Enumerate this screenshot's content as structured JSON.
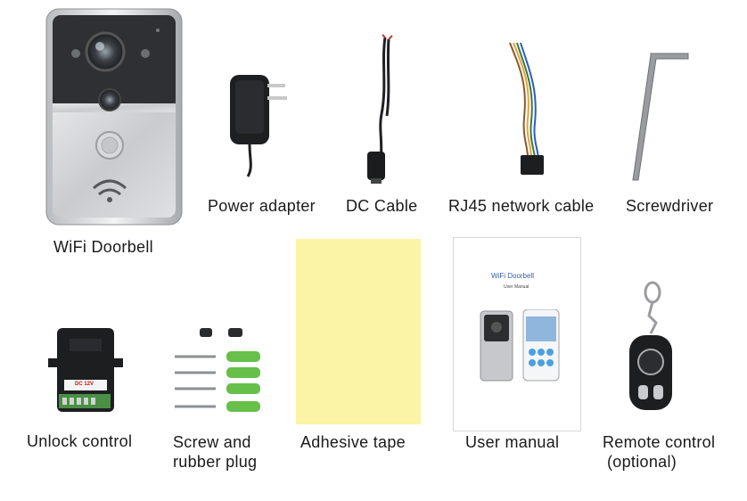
{
  "items": {
    "doorbell": {
      "label": "WiFi Doorbell"
    },
    "power_adapter": {
      "label": "Power adapter"
    },
    "dc_cable": {
      "label": "DC Cable"
    },
    "rj45_cable": {
      "label": "RJ45 network cable"
    },
    "screwdriver": {
      "label": "Screwdriver"
    },
    "unlock_control": {
      "label": "Unlock control",
      "badge": "DC 12V"
    },
    "screws": {
      "label_line1": "Screw and",
      "label_line2": "rubber plug"
    },
    "adhesive_tape": {
      "label": "Adhesive tape",
      "color": "#fbf3a6"
    },
    "user_manual": {
      "label": "User manual",
      "cover_title": "WiFi Doorbell",
      "cover_subtitle": "User Manual"
    },
    "remote": {
      "label_line1": "Remote control",
      "label_line2": "(optional)"
    }
  }
}
